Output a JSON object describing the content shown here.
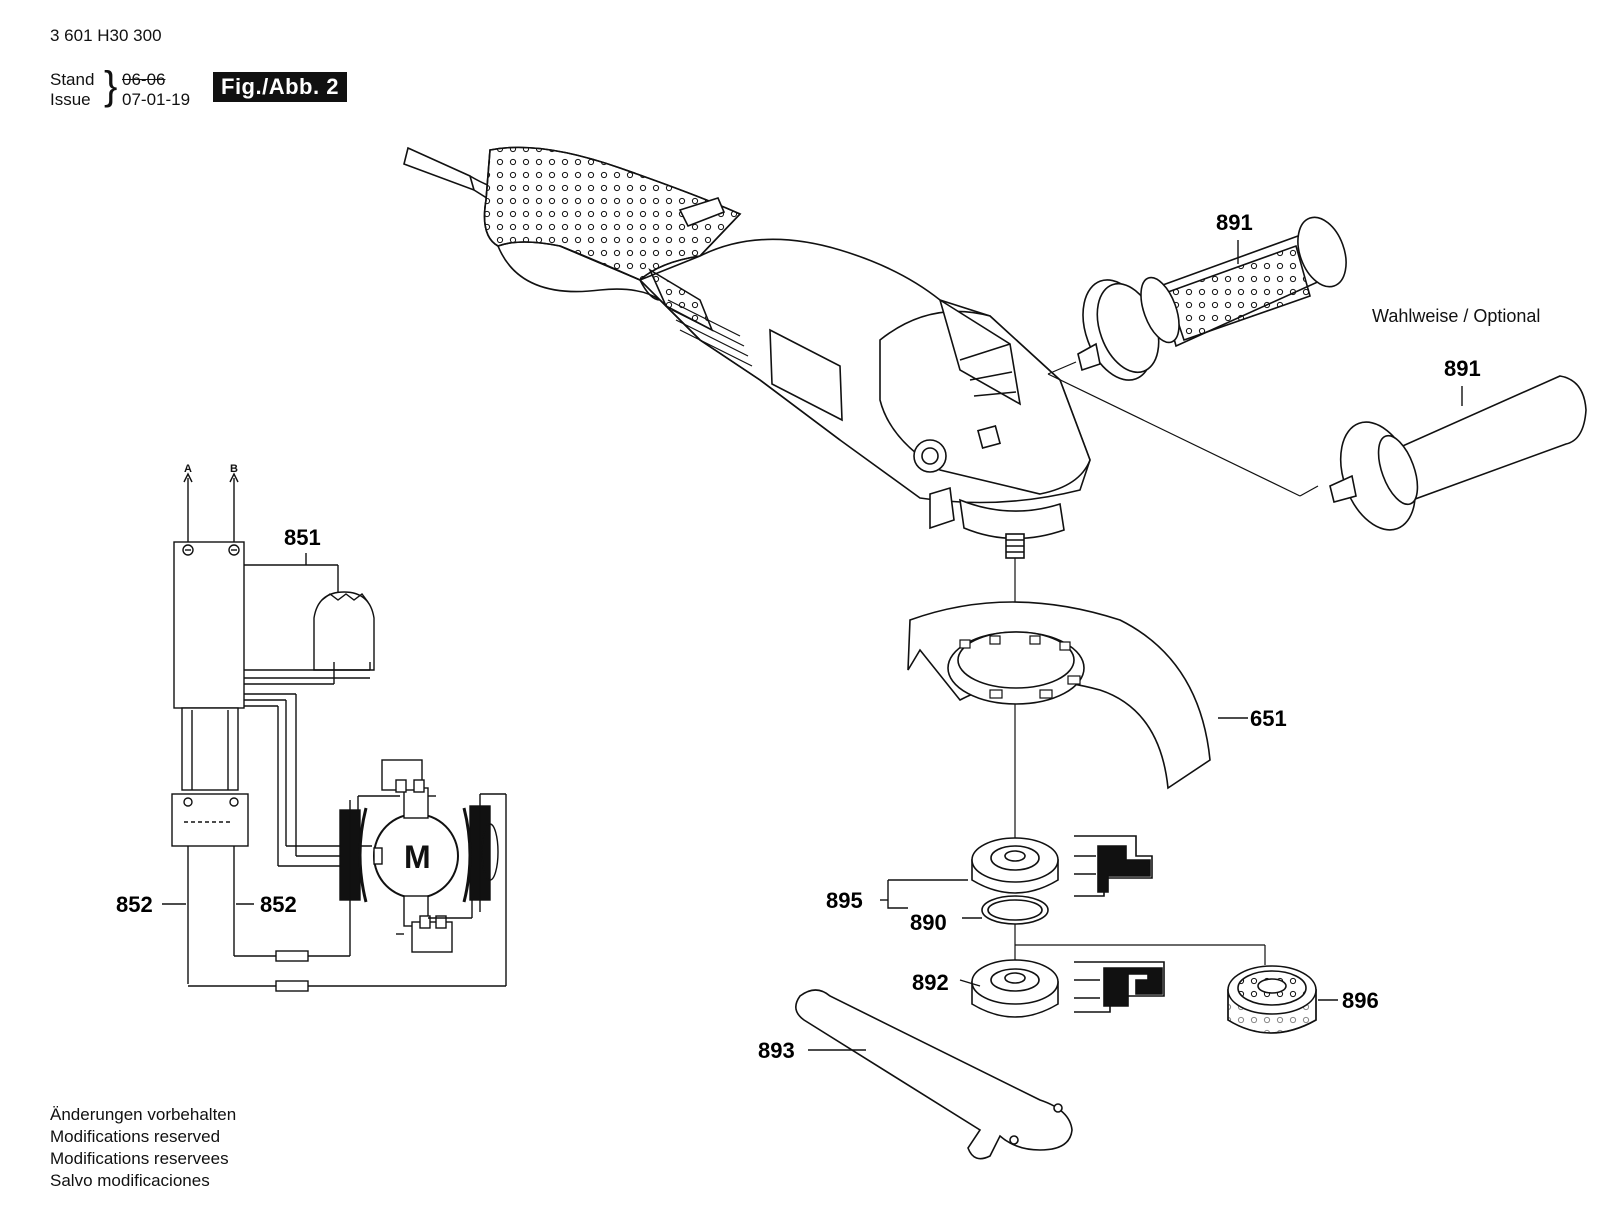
{
  "header": {
    "part_number": "3 601 H30 300",
    "stand_label": "Stand",
    "issue_label": "Issue",
    "stand_date": "06-06",
    "issue_date": "07-01-19",
    "figure": "Fig./Abb. 2"
  },
  "optional_label": "Wahlweise / Optional",
  "terminals": {
    "a": "A",
    "b": "B"
  },
  "motor_label": "M",
  "part_labels": {
    "p891_top": "891",
    "p891_opt": "891",
    "p851": "851",
    "p651": "651",
    "p852_left": "852",
    "p852_right": "852",
    "p895": "895",
    "p890": "890",
    "p892": "892",
    "p896": "896",
    "p893": "893"
  },
  "footer_notes": [
    "Änderungen vorbehalten",
    "Modifications reserved",
    "Modifications reservees",
    "Salvo modificaciones"
  ],
  "colors": {
    "ink": "#111111",
    "paper": "#ffffff"
  }
}
